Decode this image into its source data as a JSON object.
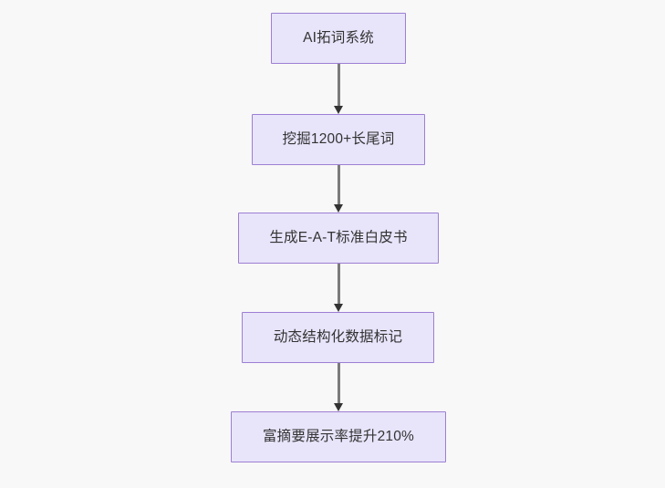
{
  "diagram": {
    "type": "flowchart",
    "orientation": "top-to-bottom",
    "background_color": "#f8f8f8",
    "node_fill_color": "#e8e4fa",
    "node_border_color": "#9d7fd4",
    "node_text_color": "#333333",
    "edge_line_color": "#7b7b7b",
    "edge_arrow_color": "#333333",
    "nodes": [
      {
        "id": "node-0",
        "label": "AI拓词系统"
      },
      {
        "id": "node-1",
        "label": "挖掘1200+长尾词"
      },
      {
        "id": "node-2",
        "label": "生成E-A-T标准白皮书"
      },
      {
        "id": "node-3",
        "label": "动态结构化数据标记"
      },
      {
        "id": "node-4",
        "label": "富摘要展示率提升210%"
      }
    ],
    "edges": [
      {
        "id": "edge-0",
        "from": "node-0",
        "to": "node-1",
        "arrowhead": "filled-triangle-down"
      },
      {
        "id": "edge-1",
        "from": "node-1",
        "to": "node-2",
        "arrowhead": "filled-triangle-down"
      },
      {
        "id": "edge-2",
        "from": "node-2",
        "to": "node-3",
        "arrowhead": "filled-triangle-down"
      },
      {
        "id": "edge-3",
        "from": "node-3",
        "to": "node-4",
        "arrowhead": "filled-triangle-down"
      }
    ]
  }
}
